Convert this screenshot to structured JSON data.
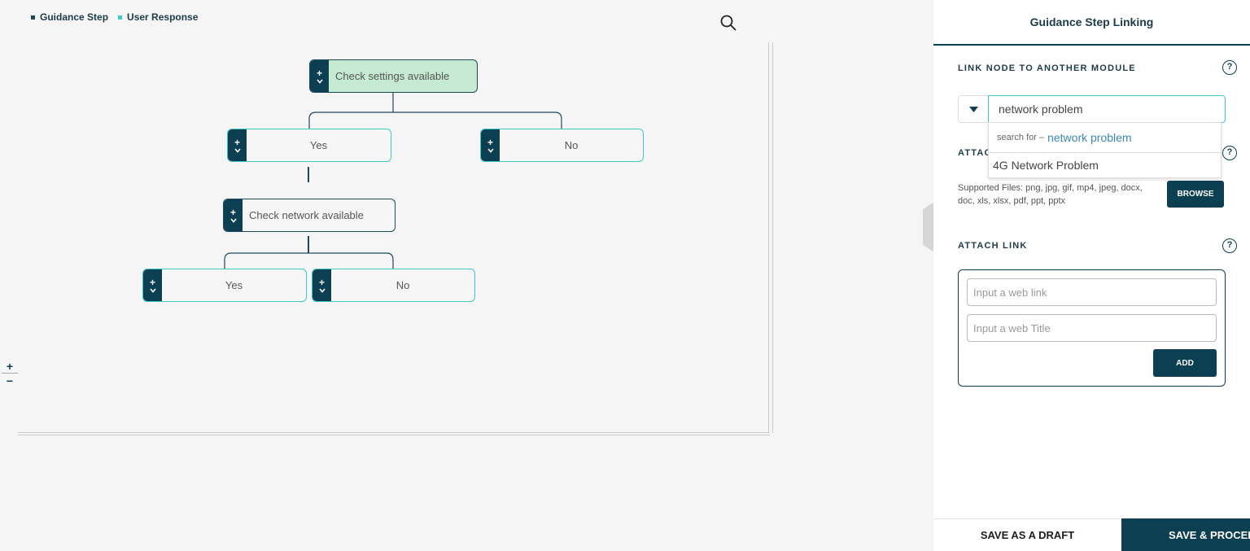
{
  "legend": {
    "items": [
      {
        "label": "Guidance Step",
        "color": "#1d4a5a"
      },
      {
        "label": "User Response",
        "color": "#3fc9c7"
      }
    ]
  },
  "colors": {
    "primary": "#0d3f52",
    "response_border": "#3fc9c7",
    "root_fill": "#c6e9d1",
    "link_text": "#3a87b9"
  },
  "tree": {
    "root": "Check settings available",
    "response_yes_1": "Yes",
    "response_no_1": "No",
    "step_2": "Check network available",
    "response_yes_2": "Yes",
    "response_no_2": "No",
    "ctrl_expand": "+",
    "ctrl_icon": "chevron-down-icon"
  },
  "zoom": {
    "in": "+",
    "out": "−"
  },
  "panel": {
    "title": "Guidance Step Linking",
    "link_module": {
      "title": "LINK NODE TO ANOTHER MODULE",
      "help": "?",
      "input_value": "network problem",
      "search_prefix": "search for –",
      "search_term": "network problem",
      "options": [
        "4G Network Problem"
      ]
    },
    "attach_file": {
      "title": "ATTAC",
      "help": "?",
      "supported": "Supported Files: png, jpg, gif, mp4, jpeg, docx, doc, xls, xlsx, pdf, ppt, pptx",
      "browse_label": "BROWSE"
    },
    "attach_link": {
      "title": "ATTACH LINK",
      "help": "?",
      "link_placeholder": "Input a web link",
      "title_placeholder": "Input a web Title",
      "add_label": "ADD"
    },
    "footer": {
      "draft_label": "SAVE AS A DRAFT",
      "save_label": "SAVE & PROCEED"
    }
  }
}
